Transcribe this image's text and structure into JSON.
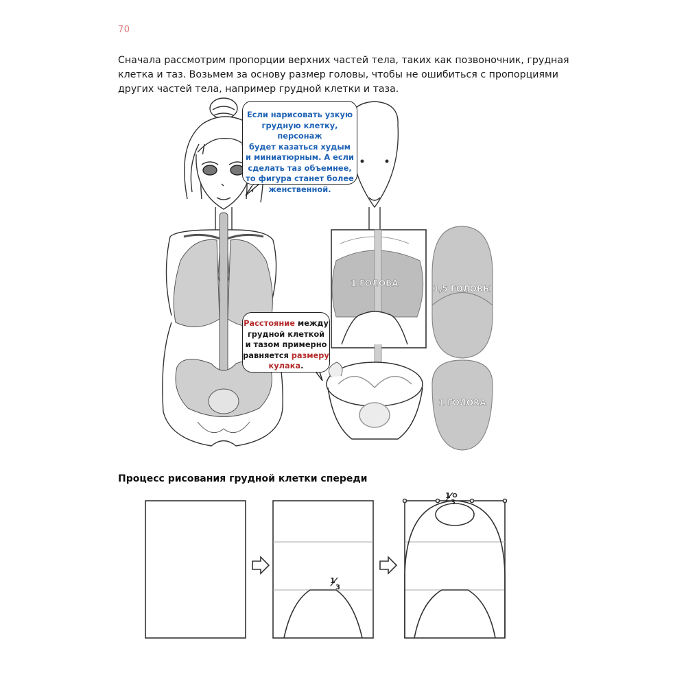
{
  "page": {
    "number": "70"
  },
  "intro": {
    "text": "Сначала рассмотрим пропорции верхних частей тела, таких как позвоночник, грудная клетка и таз. Возьмем за основу размер головы, чтобы не ошибиться с пропорциями других частей тела, например грудной клетки и таза."
  },
  "bubbles": {
    "narrow_ribcage": {
      "line1": "Если нарисовать узкую",
      "line2": "грудную клетку, персонаж",
      "line3": "будет казаться худым",
      "line4": "и миниатюрным. А если",
      "line5": "сделать таз объемнее,",
      "line6": "то фигура станет более",
      "line7": "женственной."
    },
    "fist_distance": {
      "part1": "Расстояние",
      "part2": " между",
      "line2": "грудной клеткой",
      "line3": "и тазом примерно",
      "part4": "равняется ",
      "part5": "размеру",
      "part6": "кулака",
      "part7": "."
    }
  },
  "labels": {
    "ribcage_head": "1 ГОЛОВА",
    "oval_one_and_half": "1,5 ГОЛОВЫ",
    "oval_one": "1 ГОЛОВА"
  },
  "section": {
    "title": "Процесс рисования грудной клетки спереди",
    "fraction_num": "1",
    "fraction_den": "3"
  },
  "colors": {
    "page_number": "#e0787c",
    "blue_text": "#1f63b5",
    "red_text": "#b52c2c",
    "gray_fill": "#cfcfcf",
    "oval_fill": "#c8c8c8"
  }
}
